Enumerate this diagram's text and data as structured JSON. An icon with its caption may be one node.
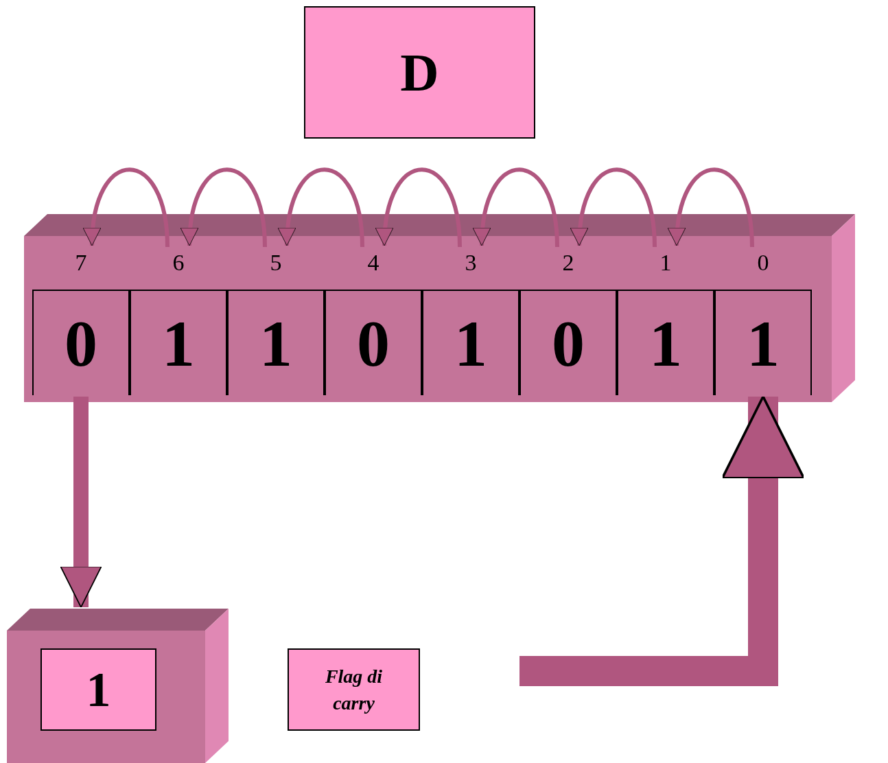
{
  "diagram": {
    "nodes": [
      {
        "text": [
          "D"
        ]
      },
      {
        "text": [],
        "shape": "box"
      },
      {
        "text": [
          "7",
          "0"
        ],
        "in": 1
      },
      {
        "text": [
          "6",
          "1"
        ],
        "in": 1
      },
      {
        "text": [
          "5",
          "1"
        ],
        "in": 1
      },
      {
        "text": [
          "4",
          "0"
        ],
        "in": 1
      },
      {
        "text": [
          "3",
          "1"
        ],
        "in": 1
      },
      {
        "text": [
          "2",
          "0"
        ],
        "in": 1
      },
      {
        "text": [
          "1",
          "1"
        ],
        "in": 1
      },
      {
        "text": [
          "0",
          "1"
        ],
        "in": 1
      },
      {
        "text": [],
        "shape": "box"
      },
      {
        "text": [
          "1"
        ],
        "in": 10
      },
      {
        "text": [
          "Flag di carry"
        ]
      }
    ],
    "edges": [
      {
        "from": 9,
        "to": 8,
        "arrow": "to"
      },
      {
        "from": 8,
        "to": 7,
        "arrow": "to"
      },
      {
        "from": 7,
        "to": 6,
        "arrow": "to"
      },
      {
        "from": 6,
        "to": 5,
        "arrow": "to"
      },
      {
        "from": 5,
        "to": 4,
        "arrow": "to"
      },
      {
        "from": 4,
        "to": 3,
        "arrow": "to"
      },
      {
        "from": 3,
        "to": 2,
        "arrow": "to"
      },
      {
        "from": 2,
        "to": 10,
        "arrow": "to",
        "style": "thick"
      },
      {
        "from": null,
        "to": 9,
        "arrow": "to",
        "style": "thick"
      }
    ]
  }
}
